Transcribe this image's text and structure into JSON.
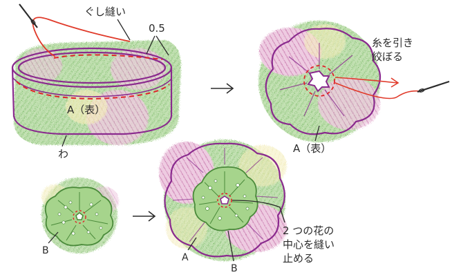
{
  "panels": {
    "step1": {
      "running_stitch_label": "ぐし縫い",
      "measurement_label": "0.5",
      "fabric_a_label": "A（表）",
      "loop_label": "わ"
    },
    "step2": {
      "pull_thread_line1": "糸を引き",
      "pull_thread_line2": "絞ぼる",
      "fabric_a_label": "A（表）"
    },
    "step3": {
      "fabric_b_label": "B"
    },
    "step4": {
      "fabric_a_label": "A",
      "fabric_b_label": "B",
      "instruction_line1": "2 つの花の",
      "instruction_line2": "中心を縫い",
      "instruction_line3": "止める"
    }
  },
  "colors": {
    "outline": "#8a2a8e",
    "stitch": "#e0242a",
    "thread": "#e03a2a",
    "needle": "#2b2b2b",
    "text": "#2b2b2b",
    "green_fabric": "#7fc46a",
    "pink_fabric": "#d98bbd"
  },
  "icons": [
    "needle-icon",
    "arrow-right-icon"
  ]
}
